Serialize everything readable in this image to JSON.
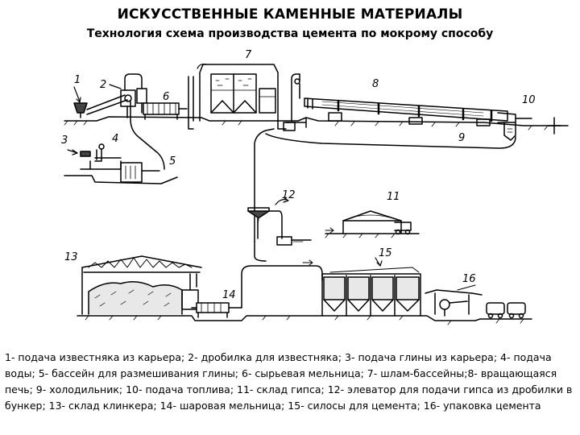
{
  "title": "ИСКУССТВЕННЫЕ КАМЕННЫЕ МАТЕРИАЛЫ",
  "subtitle": "Технология схема производства цемента по мокрому способу",
  "labels": {
    "n1": "1",
    "n2": "2",
    "n3": "3",
    "n4": "4",
    "n5": "5",
    "n6": "6",
    "n7": "7",
    "n8": "8",
    "n9": "9",
    "n10": "10",
    "n11": "11",
    "n12": "12",
    "n13": "13",
    "n14": "14",
    "n15": "15",
    "n16": "16"
  },
  "legend": " 1- подача известняка из карьера; 2- дробилка для известняка; 3- подача глины из карьера; 4- подача воды; 5- бассейн для размешивания глины; 6- сырьевая мельница; 7- шлам-бассейны;8- вращающаяся печь; 9- холодильник; 10- подача топлива; 11- склад гипса; 12- элеватор для подачи гипса из дробилки в бункер; 13- склад клинкера; 14- шаровая мельница; 15- силосы для цемента; 16- упаковка цемента"
}
